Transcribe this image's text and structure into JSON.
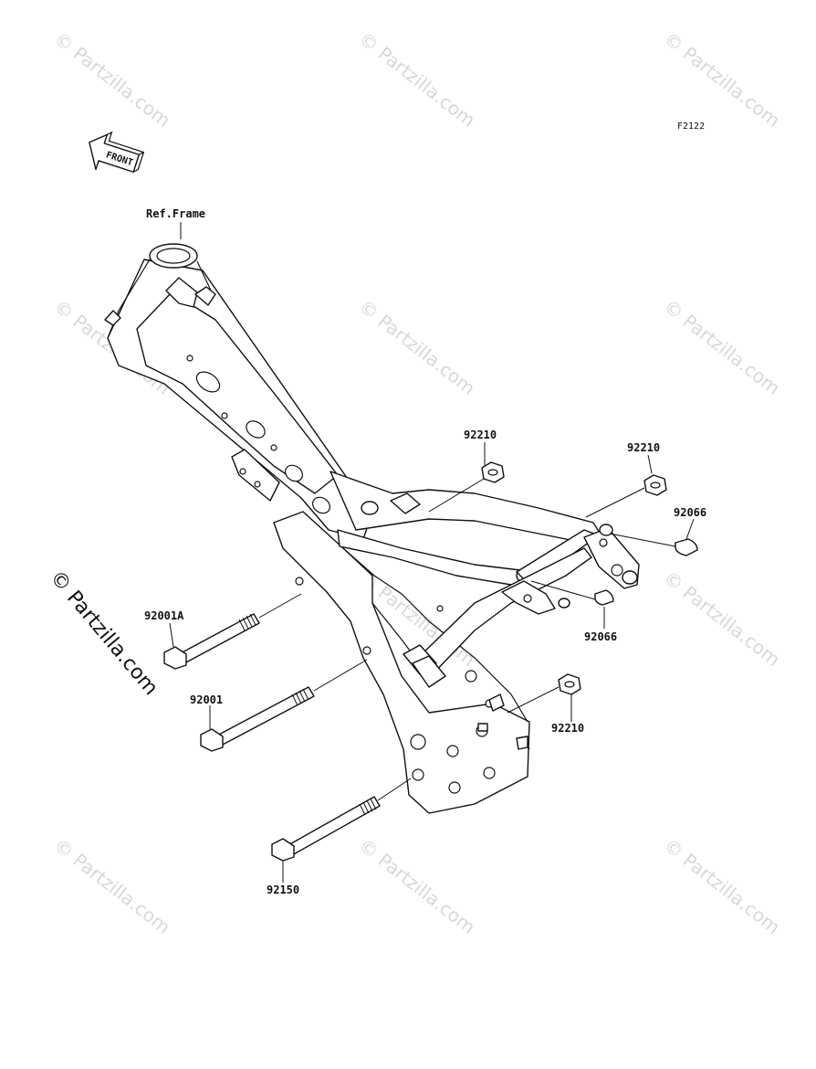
{
  "diagram": {
    "figure_code": "F2122",
    "front_label": "FRONT",
    "ref_label": "Ref.Frame",
    "parts": [
      {
        "id": "p1",
        "number": "92210"
      },
      {
        "id": "p2",
        "number": "92210"
      },
      {
        "id": "p3",
        "number": "92066"
      },
      {
        "id": "p4",
        "number": "92066"
      },
      {
        "id": "p5",
        "number": "92001A"
      },
      {
        "id": "p6",
        "number": "92001"
      },
      {
        "id": "p7",
        "number": "92210"
      },
      {
        "id": "p8",
        "number": "92150"
      }
    ]
  },
  "watermark": {
    "text": "© Partzilla.com",
    "main_text": "© Partzilla.com",
    "color": "#d8d8d8"
  }
}
